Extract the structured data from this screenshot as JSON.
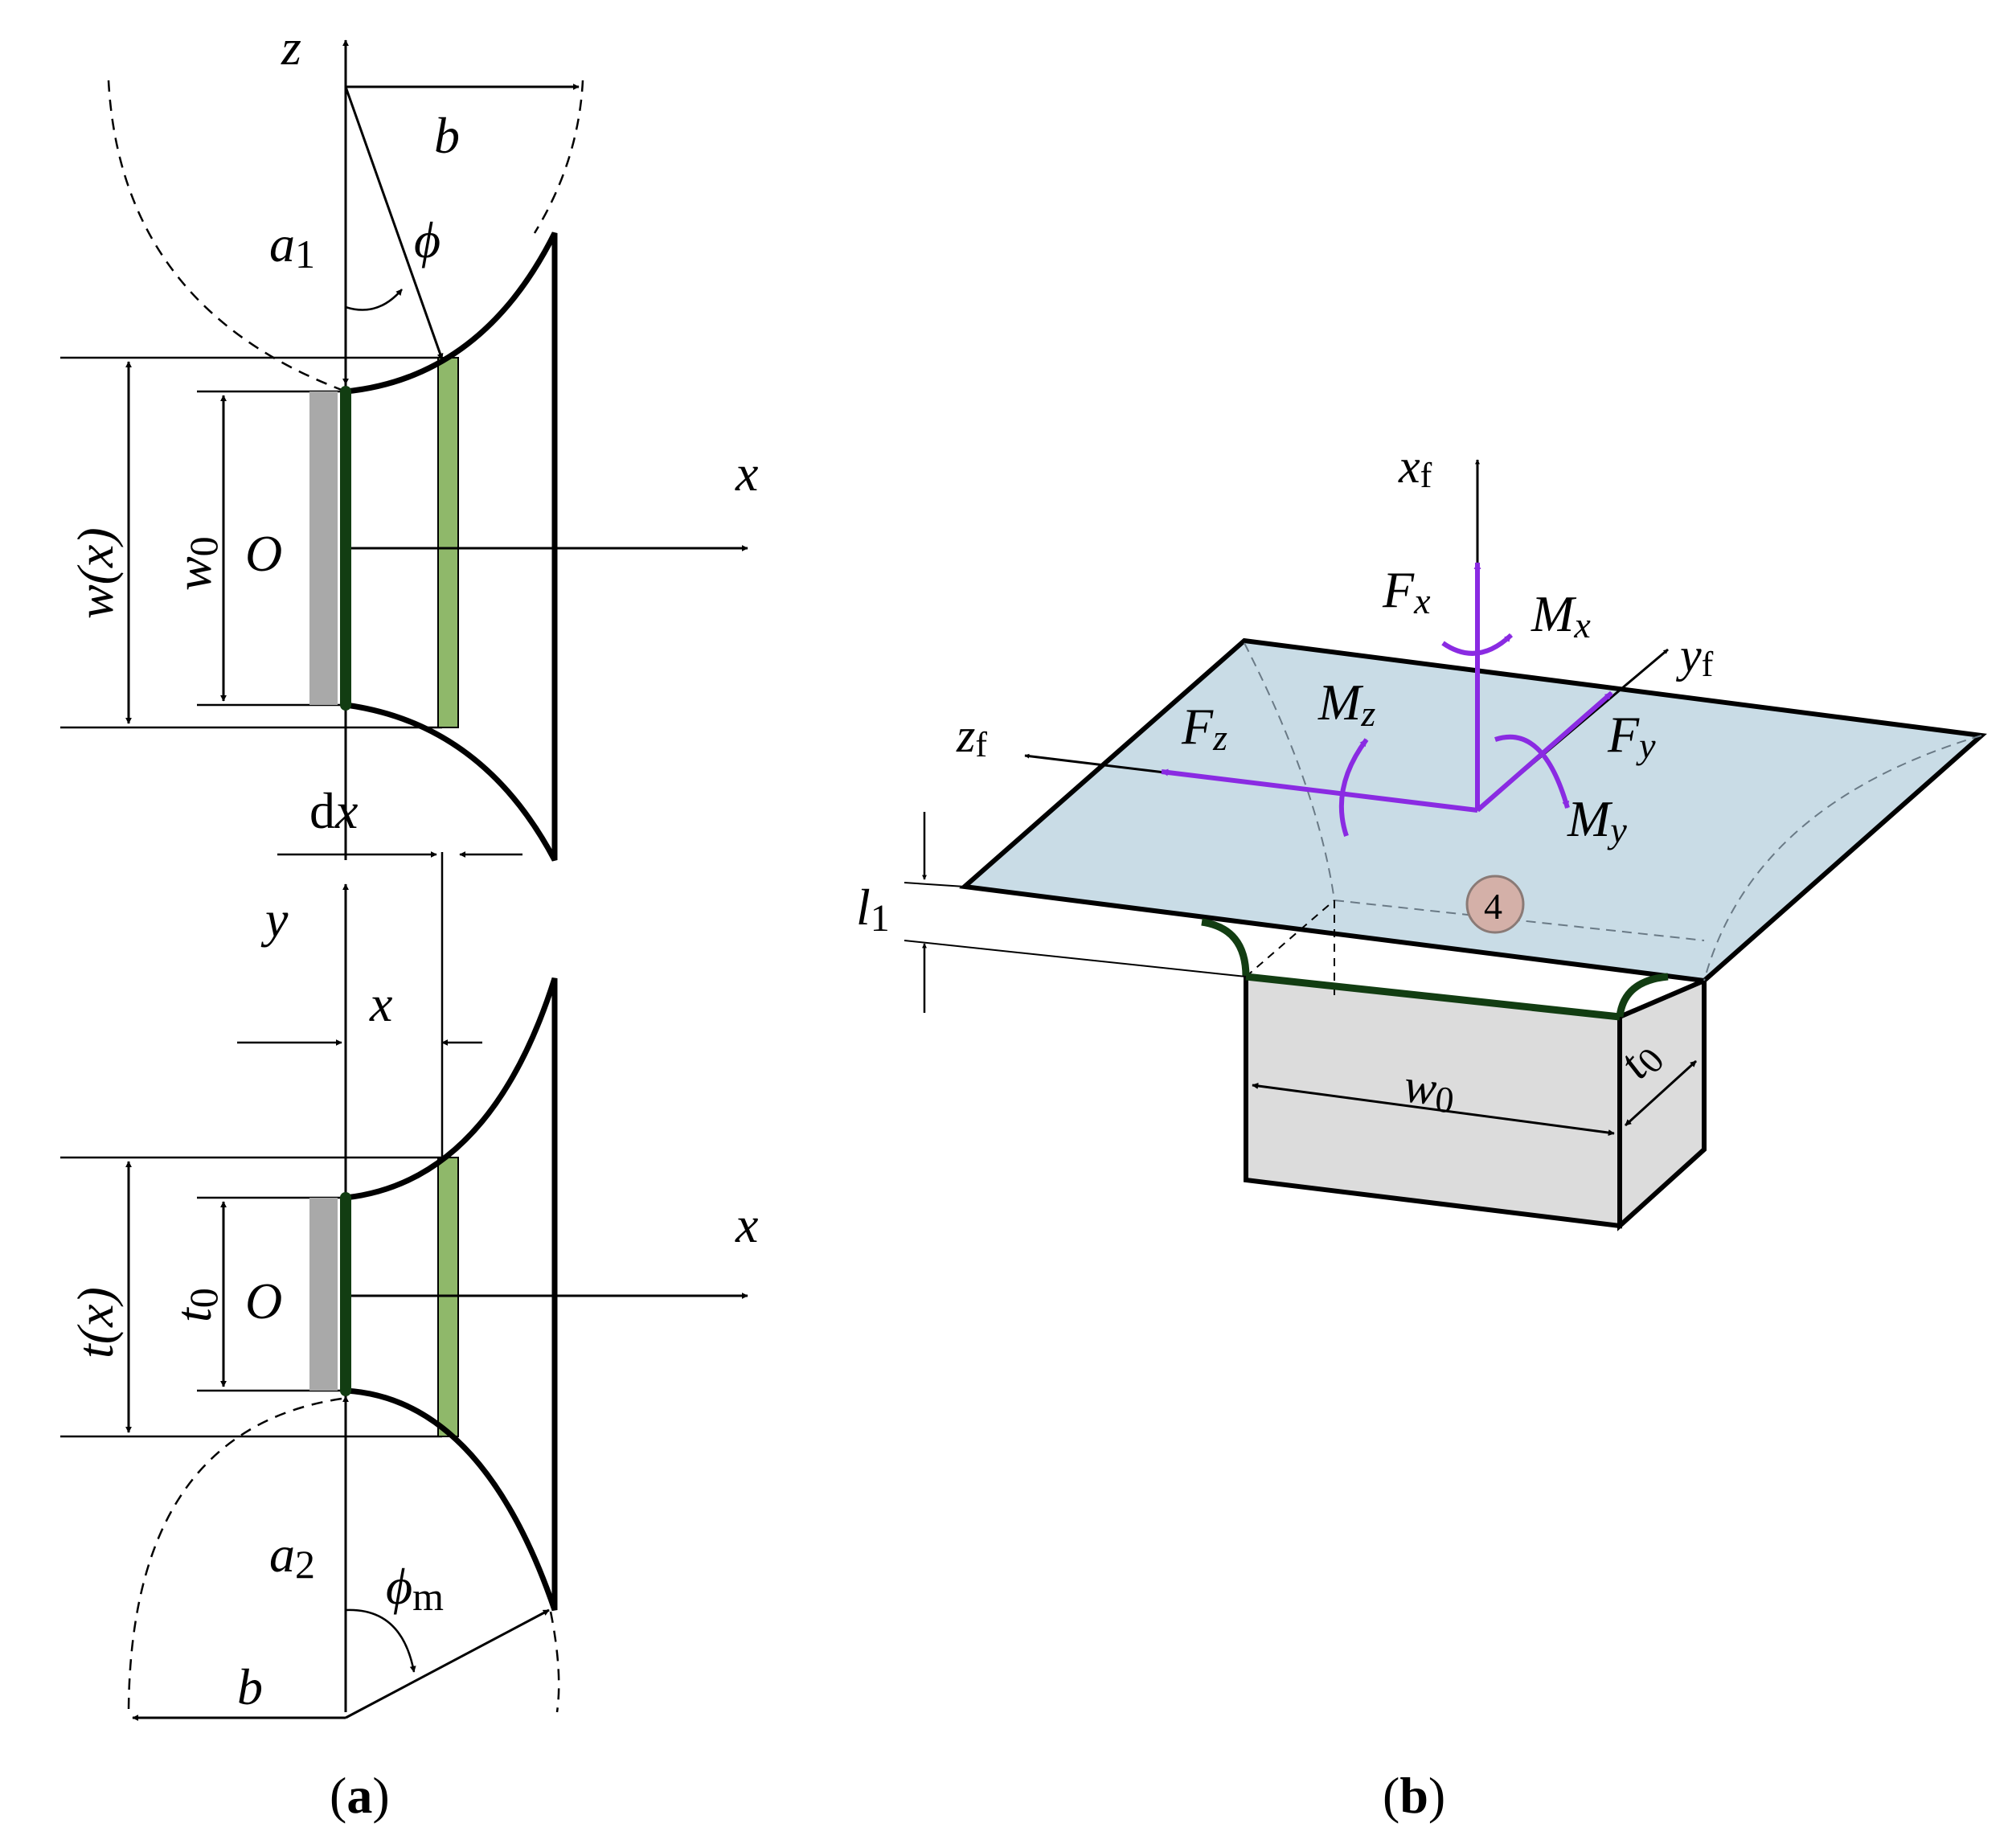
{
  "colors": {
    "outline": "#000000",
    "root_dark_green": "#123d12",
    "strip_light_green": "#8fb86a",
    "gray_wall": "#a9a9a9",
    "plate_fill": "#c9dce6",
    "block_fill": "#dcdcdc",
    "force_purple": "#8a2be2",
    "circle_marker": "#d4b0a8"
  },
  "panel_a": {
    "caption": "a",
    "top_view": {
      "axis_z": "z",
      "axis_x": "x",
      "origin": "O",
      "b": "b",
      "a1": "a",
      "a1_sub": "1",
      "phi": "ϕ",
      "w_x": "w(x)",
      "w0": "w",
      "w0_sub": "0",
      "dx_d": "d",
      "dx_x": "x"
    },
    "bottom_view": {
      "axis_y": "y",
      "axis_x": "x",
      "origin": "O",
      "x_dim": "x",
      "t_x": "t(x)",
      "t0": "t",
      "t0_sub": "0",
      "a2": "a",
      "a2_sub": "2",
      "phi_m": "ϕ",
      "phi_m_sub": "m",
      "b": "b"
    }
  },
  "panel_b": {
    "caption": "b",
    "xf": "x",
    "xf_sub": "f",
    "yf": "y",
    "yf_sub": "f",
    "zf": "z",
    "zf_sub": "f",
    "Fx": "F",
    "Fx_sub": "x",
    "Fy": "F",
    "Fy_sub": "y",
    "Fz": "F",
    "Fz_sub": "z",
    "Mx": "M",
    "Mx_sub": "x",
    "My": "M",
    "My_sub": "y",
    "Mz": "M",
    "Mz_sub": "z",
    "l1": "l",
    "l1_sub": "1",
    "w0": "w",
    "w0_sub": "0",
    "t0": "t",
    "t0_sub": "0",
    "marker": "4"
  }
}
